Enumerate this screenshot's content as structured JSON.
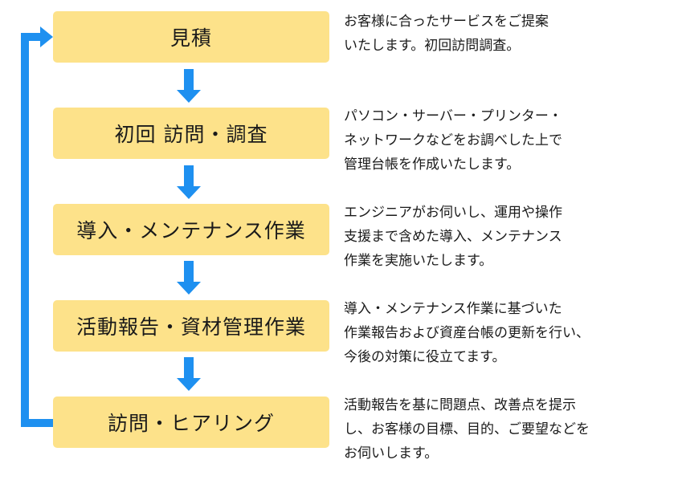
{
  "steps": [
    {
      "label": "見積",
      "desc": [
        "お客様に合ったサービスをご提案",
        "いたします。初回訪問調査。"
      ]
    },
    {
      "label": "初回 訪問・調査",
      "desc": [
        "パソコン・サーバー・プリンター・",
        "ネットワークなどをお調べした上で",
        "管理台帳を作成いたします。"
      ]
    },
    {
      "label": "導入・メンテナンス作業",
      "desc": [
        "エンジニアがお伺いし、運用や操作",
        "支援まで含めた導入、メンテナンス",
        "作業を実施いたします。"
      ]
    },
    {
      "label": "活動報告・資材管理作業",
      "desc": [
        "導入・メンテナンス作業に基づいた",
        "作業報告および資産台帳の更新を行い、",
        "今後の対策に役立てます。"
      ]
    },
    {
      "label": "訪問・ヒアリング",
      "desc": [
        "活動報告を基に問題点、改善点を提示",
        "し、お客様の目標、目的、ご要望などを",
        "お伺いします。"
      ]
    }
  ],
  "colors": {
    "box": "#fde28a",
    "arrow": "#1e90f0"
  }
}
